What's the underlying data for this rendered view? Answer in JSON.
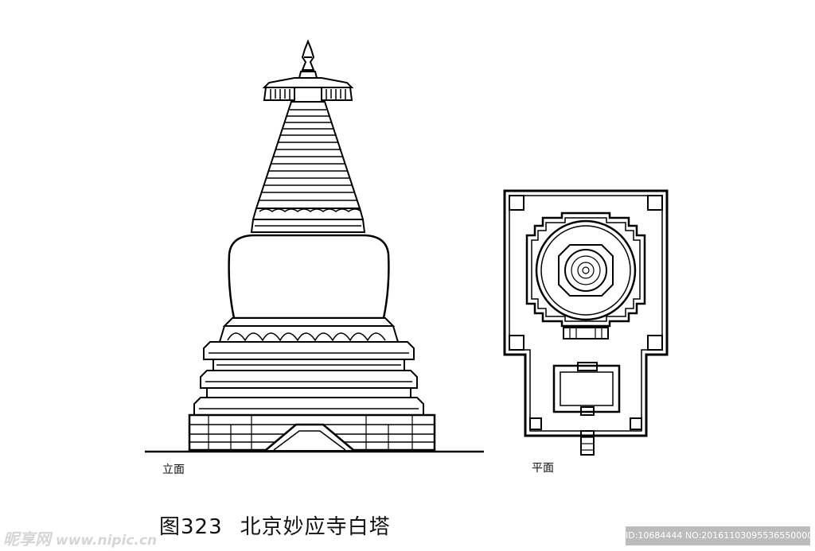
{
  "labels": {
    "elevation": "立面",
    "plan": "平面"
  },
  "caption": {
    "figure_number": "图323",
    "title": "北京妙应寺白塔"
  },
  "watermark": {
    "site_name": "昵享网",
    "url": "www.nipic.cn",
    "id_text": "ID:10684444 NO:20161103095536550000"
  },
  "colors": {
    "line": "#000000",
    "background": "#ffffff"
  }
}
